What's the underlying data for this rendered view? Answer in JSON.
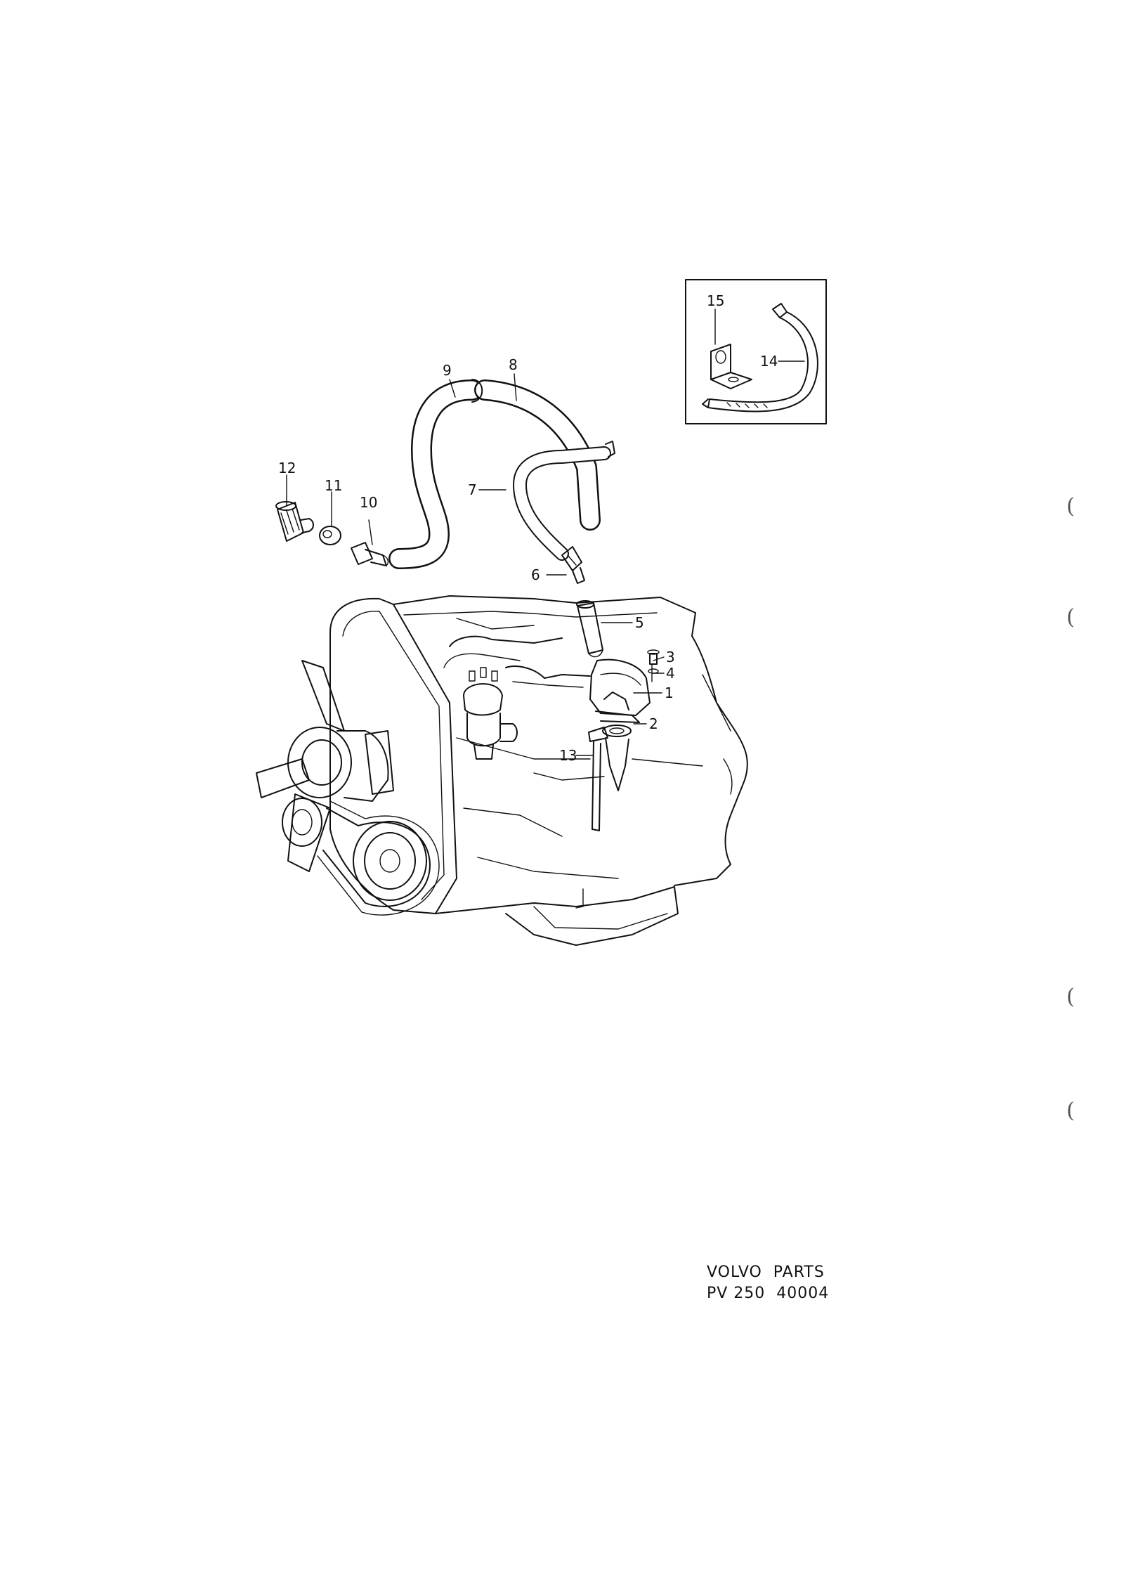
{
  "diagram": {
    "callouts": [
      "1",
      "2",
      "3",
      "4",
      "5",
      "6",
      "7",
      "8",
      "9",
      "10",
      "11",
      "12",
      "13",
      "14",
      "15"
    ],
    "caption": {
      "line1": "VOLVO  PARTS",
      "line2": "PV 250  40004"
    },
    "margin_marks": [
      "(",
      "(",
      "(",
      "("
    ]
  }
}
